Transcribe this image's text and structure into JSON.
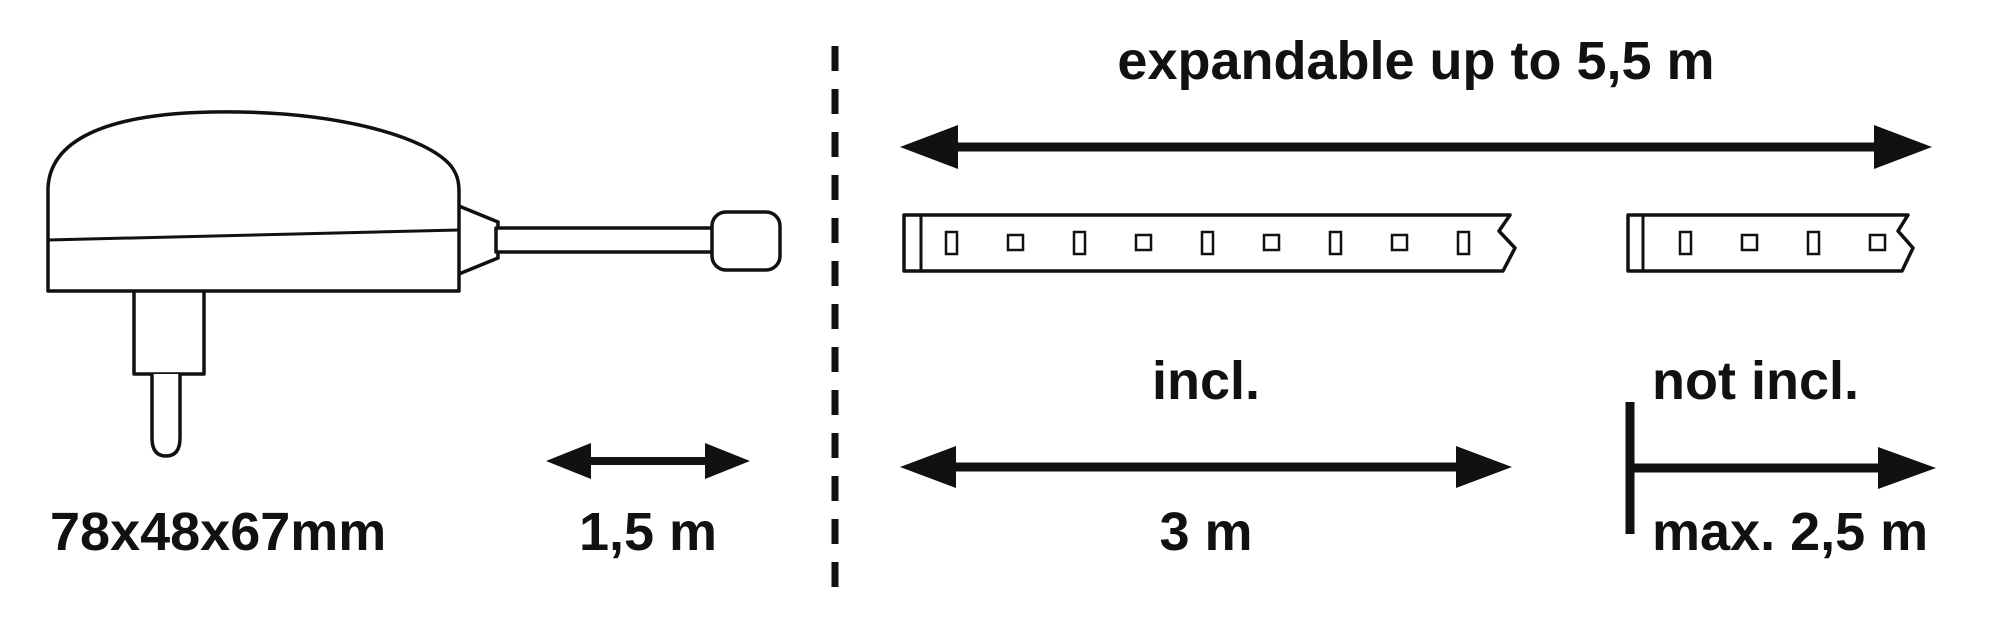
{
  "diagram": {
    "adapter": {
      "dimensions": "78x48x67mm",
      "cable_length": "1,5 m"
    },
    "strips": {
      "expandable": "expandable up to 5,5 m",
      "included": "incl.",
      "included_length": "3 m",
      "not_included": "not incl.",
      "max_extension": "max. 2,5 m"
    },
    "colors": {
      "ink": "#111111",
      "background": "#ffffff"
    }
  }
}
